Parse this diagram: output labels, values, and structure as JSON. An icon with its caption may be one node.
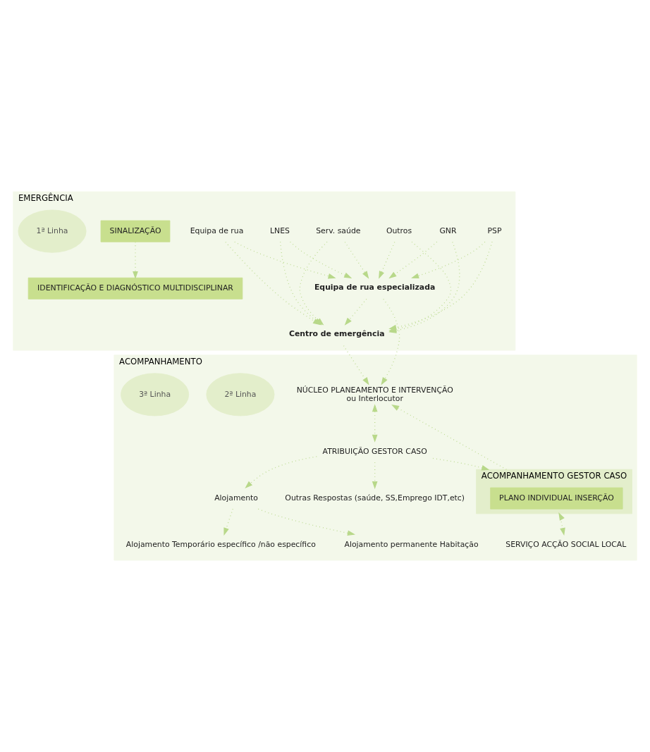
{
  "diagram": {
    "nodes": [
      {
        "text": [
          "EMERGÊNCIA"
        ]
      },
      {
        "text": [
          "ACOMPANHAMENTO"
        ]
      },
      {
        "text": [
          "Equipa de rua"
        ],
        "in": 0
      },
      {
        "text": [
          "LNES"
        ],
        "in": 0
      },
      {
        "text": [
          "PSP"
        ],
        "in": 0
      },
      {
        "text": [
          "GNR"
        ],
        "in": 0
      },
      {
        "text": [
          "Serv. saúde"
        ],
        "in": 0
      },
      {
        "text": [
          "Outros"
        ],
        "in": 0
      },
      {
        "text": [
          "Equipa de rua especializada"
        ],
        "in": 0
      },
      {
        "text": [
          "Centro de emergência"
        ],
        "in": 0
      },
      {
        "text": [
          "SINALIZAÇÃO"
        ],
        "in": 0
      },
      {
        "text": [
          "IDENTIFICAÇÃO E DIAGNÓSTICO MULTIDISCIPLINAR"
        ],
        "in": 0
      },
      {
        "text": [
          "1ª Linha"
        ],
        "in": 0
      },
      {
        "text": [
          "NÚCLEO PLANEAMENTO E INTERVENÇÃO",
          "ou Interlocutor"
        ],
        "in": 1
      },
      {
        "text": [
          "ATRIBUIÇÃO GESTOR CASO"
        ],
        "in": 1
      },
      {
        "text": [
          "2ª Linha"
        ],
        "in": 1
      },
      {
        "text": [
          "Alojamento"
        ],
        "in": 1
      },
      {
        "text": [
          "Outras Respostas (saúde, SS,Emprego IDT,etc)"
        ],
        "in": 1
      },
      {
        "text": [
          "Alojamento Temporário específico /não específico"
        ],
        "in": 1
      },
      {
        "text": [
          "Alojamento permanente Habitação"
        ],
        "in": 1
      },
      {
        "text": [
          "ACOMPANHAMENTO GESTOR CASO"
        ],
        "in": 1
      },
      {
        "text": [
          "PLANO INDIVIDUAL INSERÇÃO"
        ],
        "in": 20
      },
      {
        "text": [
          "3ª Linha"
        ],
        "in": 1
      },
      {
        "text": [
          "SERVIÇO ACÇÃO SOCIAL LOCAL"
        ],
        "in": 1
      }
    ],
    "edges": [
      {
        "from": 2,
        "to": 8,
        "arrow": "to"
      },
      {
        "from": 2,
        "to": 9,
        "arrow": "to"
      },
      {
        "from": 3,
        "to": 8,
        "arrow": "to"
      },
      {
        "from": 3,
        "to": 9,
        "arrow": "to"
      },
      {
        "from": 4,
        "to": 8,
        "arrow": "to"
      },
      {
        "from": 4,
        "to": 9,
        "arrow": "to"
      },
      {
        "from": 5,
        "to": 8,
        "arrow": "to"
      },
      {
        "from": 5,
        "to": 9,
        "arrow": "to"
      },
      {
        "from": 6,
        "to": 8,
        "arrow": "to"
      },
      {
        "from": 6,
        "to": 9,
        "arrow": "to"
      },
      {
        "from": 7,
        "to": 8,
        "arrow": "to"
      },
      {
        "from": 7,
        "to": 9,
        "arrow": "to"
      },
      {
        "from": 8,
        "to": 9,
        "arrow": "to"
      },
      {
        "from": 10,
        "to": 11,
        "arrow": "to"
      },
      {
        "from": 8,
        "to": 13,
        "arrow": "to"
      },
      {
        "from": 9,
        "to": 13,
        "arrow": "to"
      },
      {
        "from": 13,
        "to": 14,
        "arrow": "both"
      },
      {
        "from": 14,
        "to": 16,
        "arrow": "to"
      },
      {
        "from": 14,
        "to": 17,
        "arrow": "to"
      },
      {
        "from": 14,
        "to": 20,
        "arrow": "to"
      },
      {
        "from": 16,
        "to": 18,
        "arrow": "to"
      },
      {
        "from": 16,
        "to": 19,
        "arrow": "to"
      },
      {
        "from": 20,
        "to": 13,
        "arrow": "to"
      },
      {
        "from": 20,
        "to": 23,
        "arrow": "both"
      }
    ]
  }
}
